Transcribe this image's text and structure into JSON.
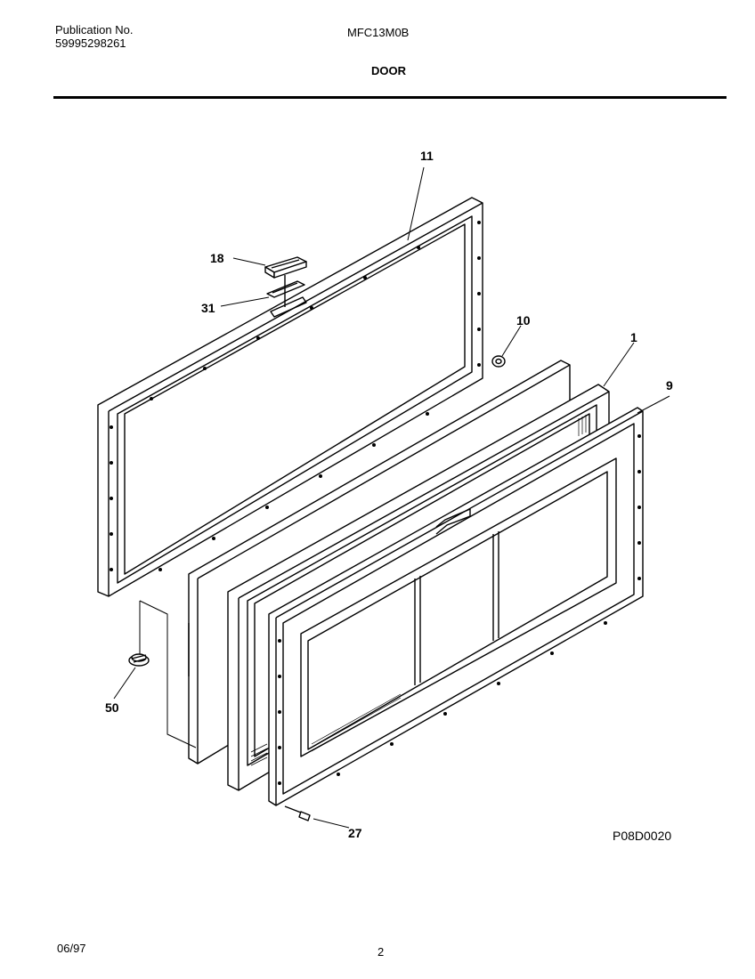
{
  "header": {
    "publication_label": "Publication No.",
    "publication_number": "59995298261",
    "model": "MFC13M0B",
    "section": "DOOR"
  },
  "diagram": {
    "code": "P08D0020",
    "callouts": [
      "11",
      "18",
      "31",
      "10",
      "1",
      "9",
      "50",
      "27"
    ]
  },
  "footer": {
    "date": "06/97",
    "page": "2"
  }
}
